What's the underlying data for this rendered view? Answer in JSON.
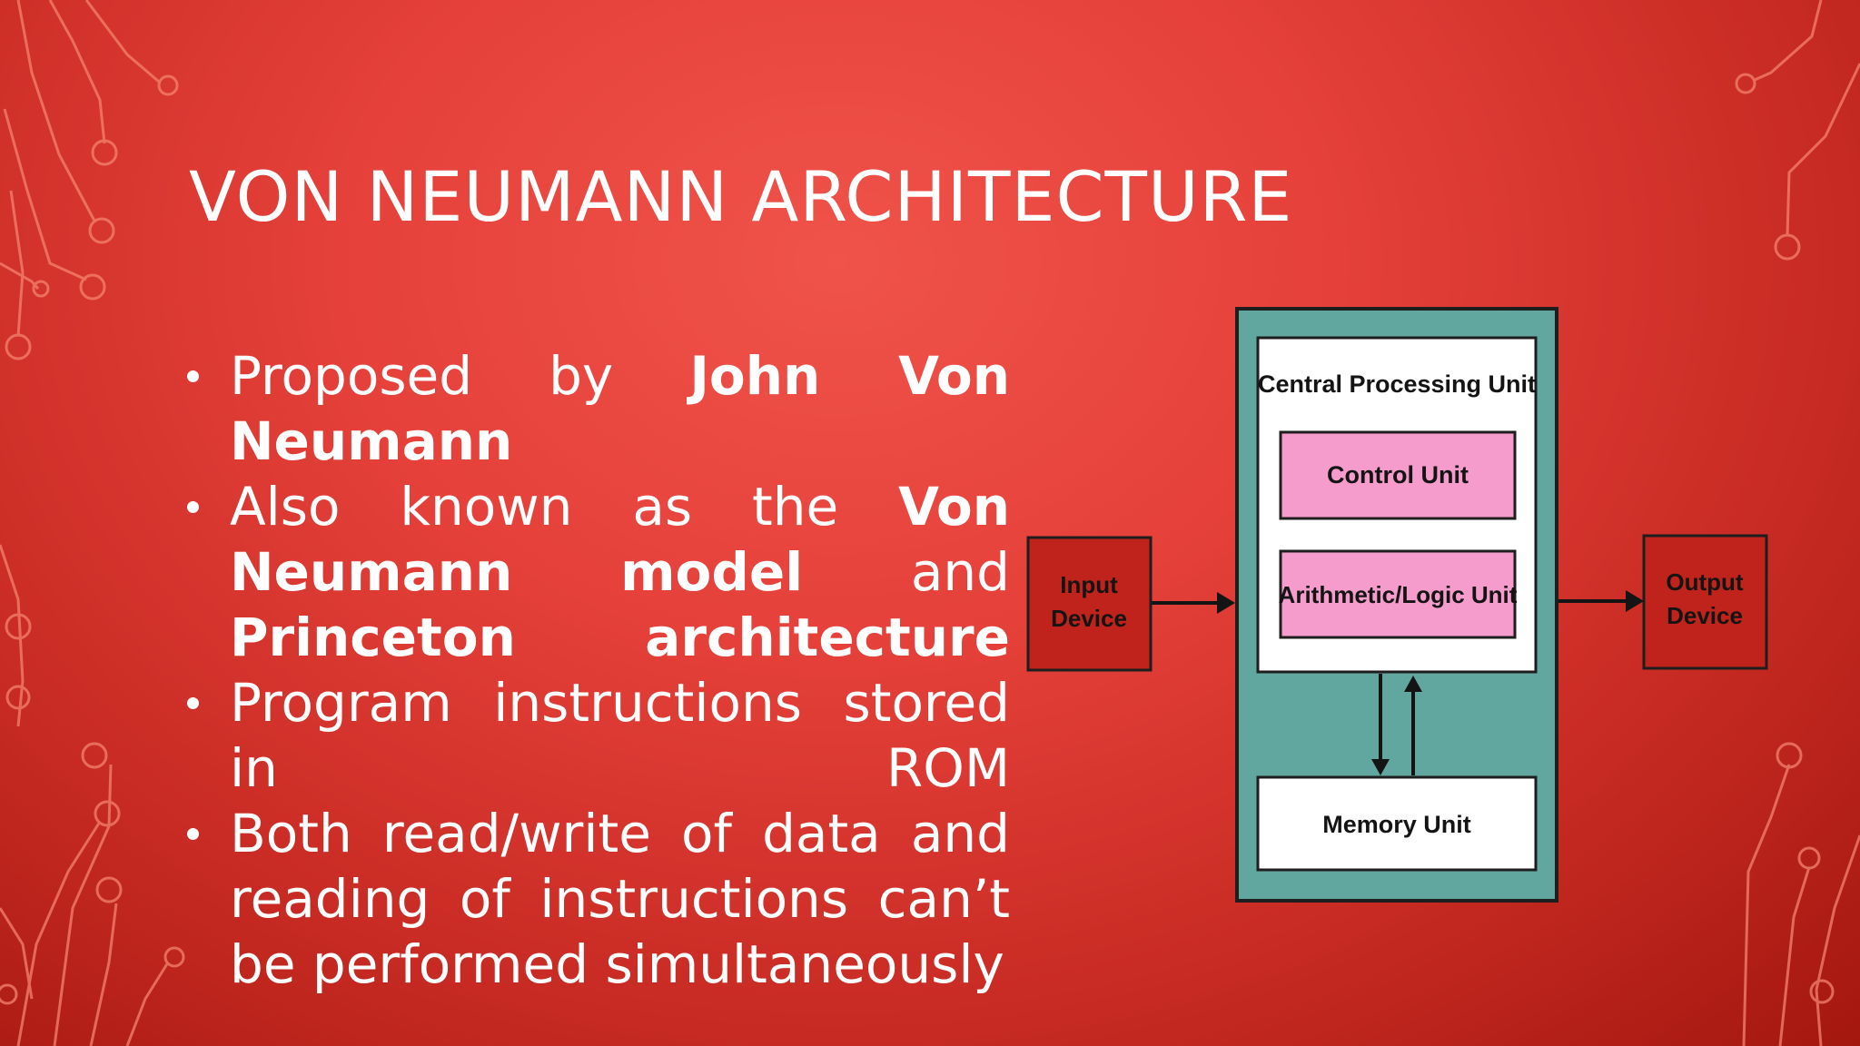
{
  "slide": {
    "title": "VON NEUMANN ARCHITECTURE"
  },
  "bullets": [
    {
      "pre": "Proposed by ",
      "bold": "John Von Neumann"
    },
    {
      "pre": "Also known as the ",
      "bold": "Von Neumann",
      "bold2": "model",
      "mid": " and ",
      "bold3": "Princeton architecture"
    },
    {
      "text": "Program instructions stored in ROM"
    },
    {
      "text": "Both read/write of data and reading of instructions can’t be performed simultaneously"
    }
  ],
  "diagram": {
    "cpu_label": "Central Processing Unit",
    "control_unit": "Control Unit",
    "alu": "Arithmetic/Logic Unit",
    "memory_unit": "Memory Unit",
    "input_device": [
      "Input",
      "Device"
    ],
    "output_device": [
      "Output",
      "Device"
    ],
    "colors": {
      "outer_box": "#62a79f",
      "pink_box": "#f59ccc",
      "white_box": "#ffffff",
      "device_box": "#c0231b",
      "border": "#1e1e1e"
    }
  }
}
